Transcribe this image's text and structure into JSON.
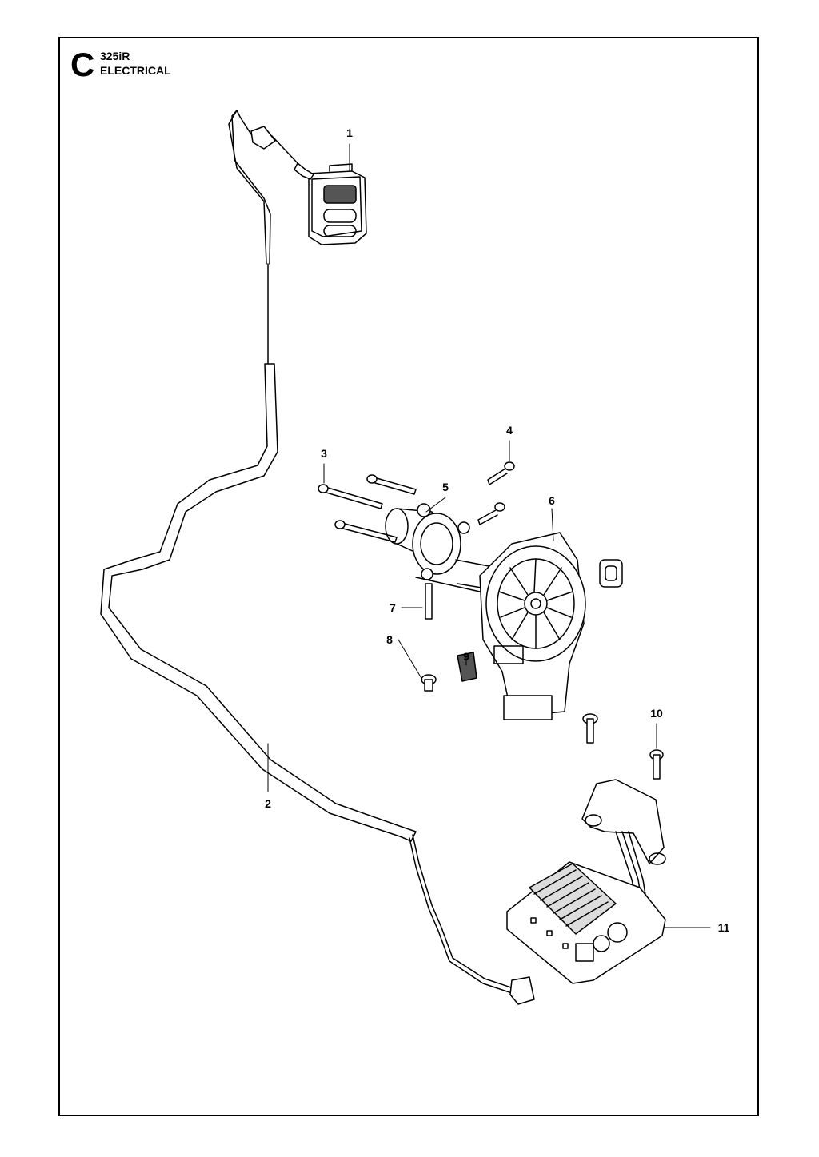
{
  "header": {
    "section": "C",
    "model": "325iR",
    "title": "ELECTRICAL"
  },
  "callouts": [
    "1",
    "2",
    "3",
    "4",
    "5",
    "6",
    "7",
    "8",
    "9",
    "10",
    "11"
  ]
}
